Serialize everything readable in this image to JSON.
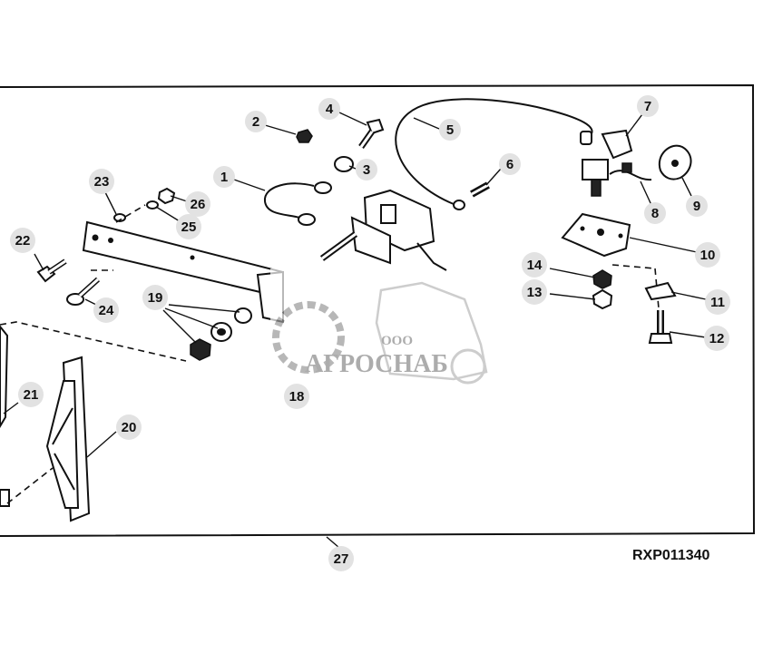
{
  "figure_code": "RXP011340",
  "watermark": {
    "company_prefix": "ООО",
    "company_name": "АГРОСНАБ"
  },
  "callouts": [
    "1",
    "2",
    "3",
    "4",
    "5",
    "6",
    "7",
    "8",
    "9",
    "10",
    "11",
    "12",
    "13",
    "14",
    "18",
    "19",
    "20",
    "21",
    "22",
    "23",
    "24",
    "25",
    "26",
    "27"
  ]
}
